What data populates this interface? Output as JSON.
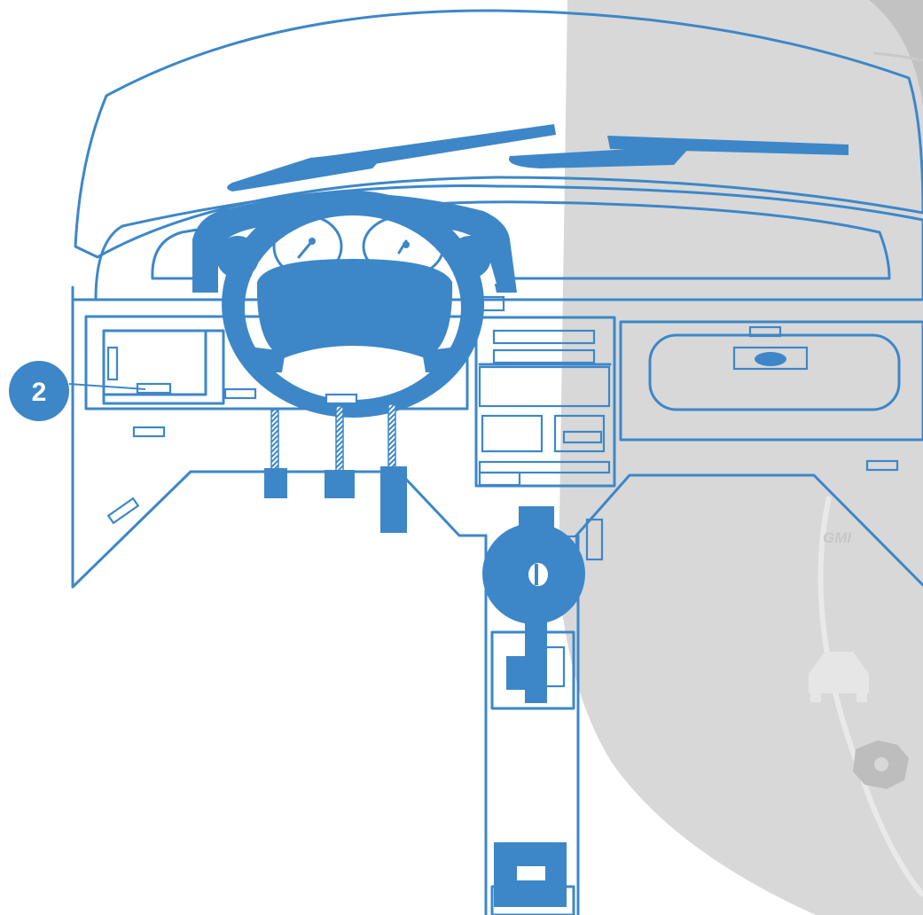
{
  "colors": {
    "accent": "#3d87c8",
    "background_gauge": "#d8d8d8",
    "background_gauge_dark": "#c2c2c2"
  },
  "callout": {
    "number": "2",
    "target": "obd-port-under-dash"
  },
  "background": {
    "gauge_label": "GMI",
    "icons": [
      "car-silhouette-icon",
      "engine-check-icon"
    ]
  }
}
